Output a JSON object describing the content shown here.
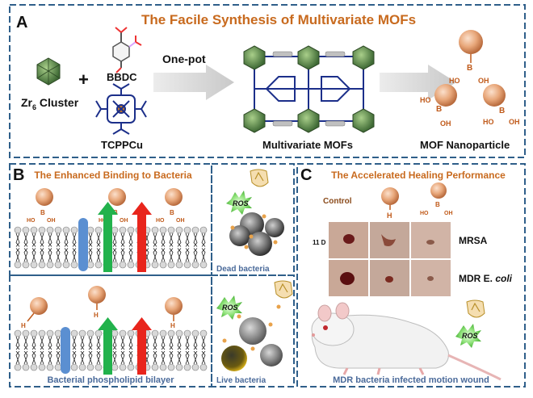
{
  "panel_a": {
    "letter": "A",
    "title": "The Facile Synthesis of Multivariate MOFs",
    "zr_label_main": "Zr",
    "zr_label_sub": "6",
    "zr_label_rest": " Cluster",
    "plus": "+",
    "bbdc_label": "BBDC",
    "tcppcu_label": "TCPPCu",
    "one_pot_label": "One-pot",
    "mof_label": "Multivariate MOFs",
    "nanoparticle_label": "MOF Nanoparticle",
    "b_atom": "B",
    "oh_atom": "OH",
    "ho_atom": "HO"
  },
  "panel_b": {
    "letter": "B",
    "title": "The Enhanced Binding to Bacteria",
    "ros_label": "ROS",
    "dead_bacteria_label": "Dead bacteria",
    "live_bacteria_label": "Live bacteria",
    "bilayer_label": "Bacterial phospholipid bilayer",
    "h_atom": "H",
    "b_atom": "B",
    "oh_atom": "OH",
    "ho_atom": "HO"
  },
  "panel_c": {
    "letter": "C",
    "title": "The Accelerated Healing Performance",
    "control_label": "Control",
    "h_atom": "H",
    "b_atom": "B",
    "oh_atom": "OH",
    "ho_atom": "HO",
    "day_label": "11 D",
    "mrsa_label": "MRSA",
    "mdr_label_main": "MDR E. ",
    "mdr_label_italic": "coli",
    "ros_label": "ROS",
    "bottom_label": "MDR bacteria infected motion wound"
  },
  "colors": {
    "title_orange": "#c86a1e",
    "panel_border": "#2f5f8a",
    "sphere": "#e8a77a",
    "zr_green": "#5a8a4a",
    "blue_arrow": "#5b8fd1",
    "green_arrow": "#22b24c",
    "red_arrow": "#e8251c",
    "ros_green": "#6ad45a"
  }
}
